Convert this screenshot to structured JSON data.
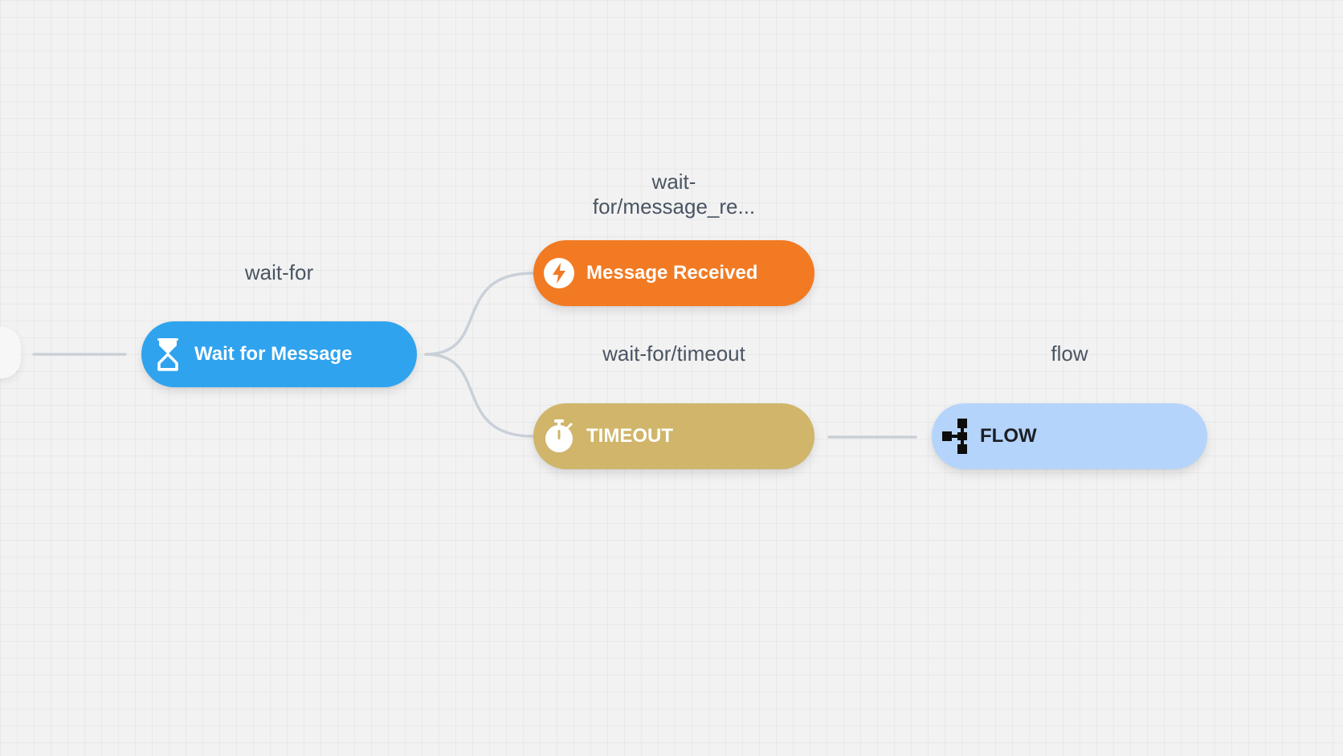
{
  "nodes": {
    "wait_for_message": {
      "type_label": "wait-for",
      "title": "Wait for Message",
      "color": "#2fa3ee",
      "icon": "hourglass-icon"
    },
    "message_received": {
      "type_label": "wait-for/message_re...",
      "title": "Message Received",
      "color": "#f27a22",
      "icon": "lightning-icon"
    },
    "timeout": {
      "type_label": "wait-for/timeout",
      "title": "TIMEOUT",
      "color": "#d0b56a",
      "icon": "stopwatch-icon"
    },
    "flow": {
      "type_label": "flow",
      "title": "FLOW",
      "color": "#b5d4fb",
      "icon": "flow-icon"
    }
  },
  "colors": {
    "canvas_background": "#f2f2f2",
    "edge": "#c9d0d8",
    "label_text": "#4a5563"
  }
}
